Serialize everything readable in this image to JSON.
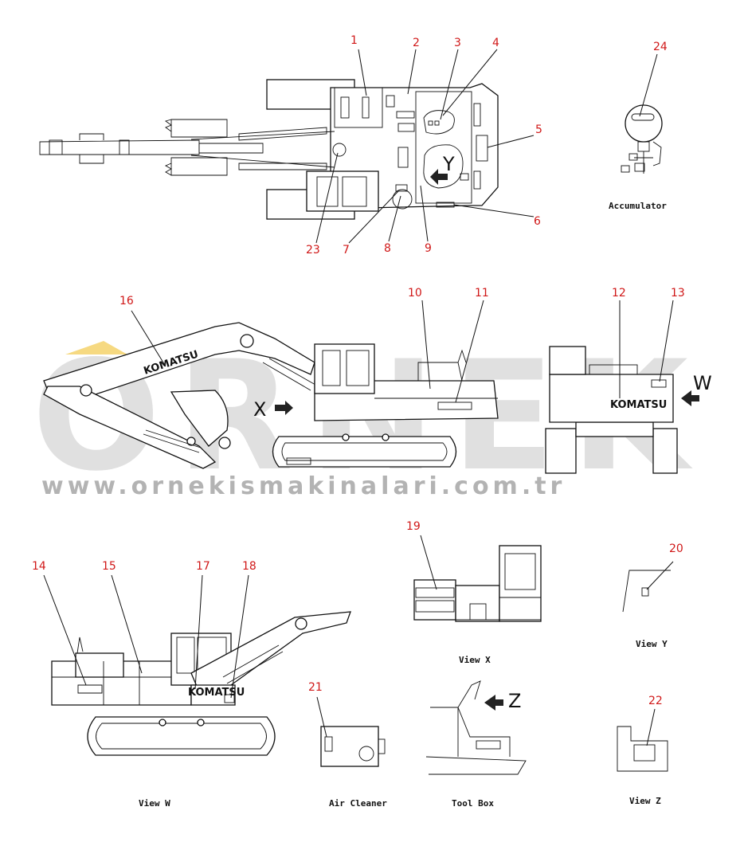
{
  "callouts": [
    "1",
    "2",
    "3",
    "4",
    "5",
    "6",
    "7",
    "8",
    "9",
    "10",
    "11",
    "12",
    "13",
    "14",
    "15",
    "16",
    "17",
    "18",
    "19",
    "20",
    "21",
    "22",
    "23",
    "24"
  ],
  "captions": {
    "accumulator": "Accumulator",
    "view_x": "View X",
    "view_y": "View Y",
    "view_w": "View W",
    "view_z": "View Z",
    "air_cleaner": "Air Cleaner",
    "tool_box": "Tool Box"
  },
  "view_letters": {
    "x": "X",
    "y": "Y",
    "w": "W",
    "z": "Z"
  },
  "brand_marks": [
    "KOMATSU",
    "KOMATSU",
    "KOMATSU"
  ],
  "watermark": {
    "logo": "ORNEK",
    "url": "www.ornekismakinalari.com.tr"
  },
  "colors": {
    "callout": "#d01818",
    "line": "#111111",
    "watermark": "#c8c8c8",
    "accent": "#f2c94c"
  }
}
